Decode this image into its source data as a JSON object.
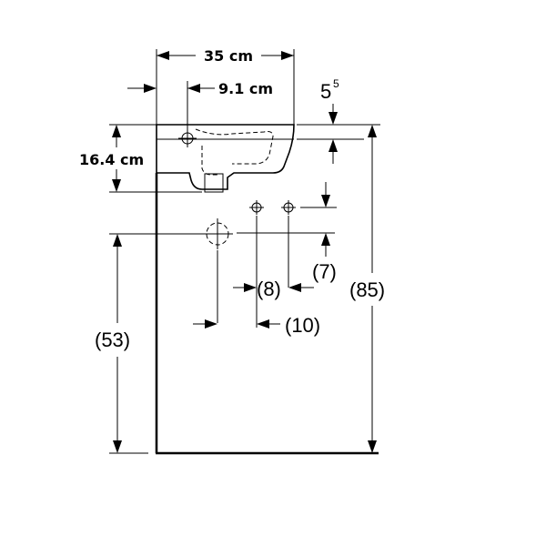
{
  "dimensions": {
    "width": "35 cm",
    "tap_offset": "9.1 cm",
    "overflow_height": "5",
    "overflow_height_sup": "5",
    "basin_depth": "16.4 cm",
    "supply_spacing": "(7)",
    "supply_offset_small": "(8)",
    "supply_offset_large": "(10)",
    "drain_height": "(53)",
    "rim_height": "(85)"
  }
}
